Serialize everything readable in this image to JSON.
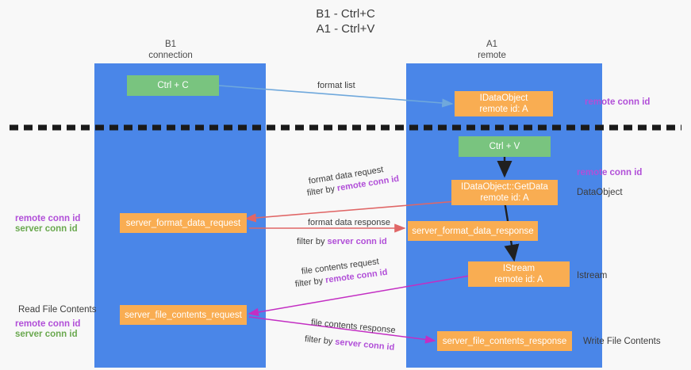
{
  "title": {
    "line1": "B1 - Ctrl+C",
    "line2": "A1 - Ctrl+V"
  },
  "lanes": [
    {
      "id": "b1",
      "name": "B1",
      "sub": "connection"
    },
    {
      "id": "a1",
      "name": "A1",
      "sub": "remote"
    }
  ],
  "nodes": {
    "ctrl_c": {
      "line1": "Ctrl + C",
      "line2": ""
    },
    "idataobject": {
      "line1": "IDataObject",
      "line2": "remote id: A"
    },
    "ctrl_v": {
      "line1": "Ctrl + V",
      "line2": ""
    },
    "getdata": {
      "line1": "IDataObject::GetData",
      "line2": "remote id: A"
    },
    "server_format_request": {
      "line1": "server_format_data_request",
      "line2": ""
    },
    "server_format_response": {
      "line1": "server_format_data_response",
      "line2": ""
    },
    "istream": {
      "line1": "IStream",
      "line2": "remote id: A"
    },
    "server_file_request": {
      "line1": "server_file_contents_request",
      "line2": ""
    },
    "server_file_response": {
      "line1": "server_file_contents_response",
      "line2": ""
    }
  },
  "edge_labels": {
    "format_list": "format list",
    "format_data_request": "format data request",
    "filter_by_1_prefix": "filter by ",
    "filter_by_1_key": "remote conn id",
    "format_data_response": "format data response",
    "filter_by_2_prefix": "filter by ",
    "filter_by_2_key": "server conn id",
    "file_contents_request": "file contents request",
    "filter_by_3_prefix": "filter by ",
    "filter_by_3_key": "remote conn id",
    "file_contents_response": "file contents response",
    "filter_by_4_prefix": "filter by ",
    "filter_by_4_key": "server conn id"
  },
  "annotations": {
    "right_remote_conn_top": "remote conn id",
    "right_remote_conn_mid": "remote conn id",
    "right_dataobject": "DataObject",
    "right_istream": "Istream",
    "right_write_file": "Write File Contents",
    "left_remote_conn_mid": "remote conn id",
    "left_server_conn_mid": "server conn id",
    "left_read_file": "Read File Contents",
    "left_remote_conn_bot": "remote conn id",
    "left_server_conn_bot": "server conn id"
  },
  "colors": {
    "lane": "#4a86e8",
    "node_orange": "#f9ad52",
    "node_green": "#79c47f",
    "accent_purple": "#b14fd8",
    "accent_green": "#6aa84f",
    "arrow_blue": "#6fa8dc",
    "arrow_red": "#e06666",
    "arrow_magenta": "#c32ec3",
    "arrow_black": "#202020",
    "divider": "#1a1a1a",
    "background": "#f8f8f8"
  }
}
